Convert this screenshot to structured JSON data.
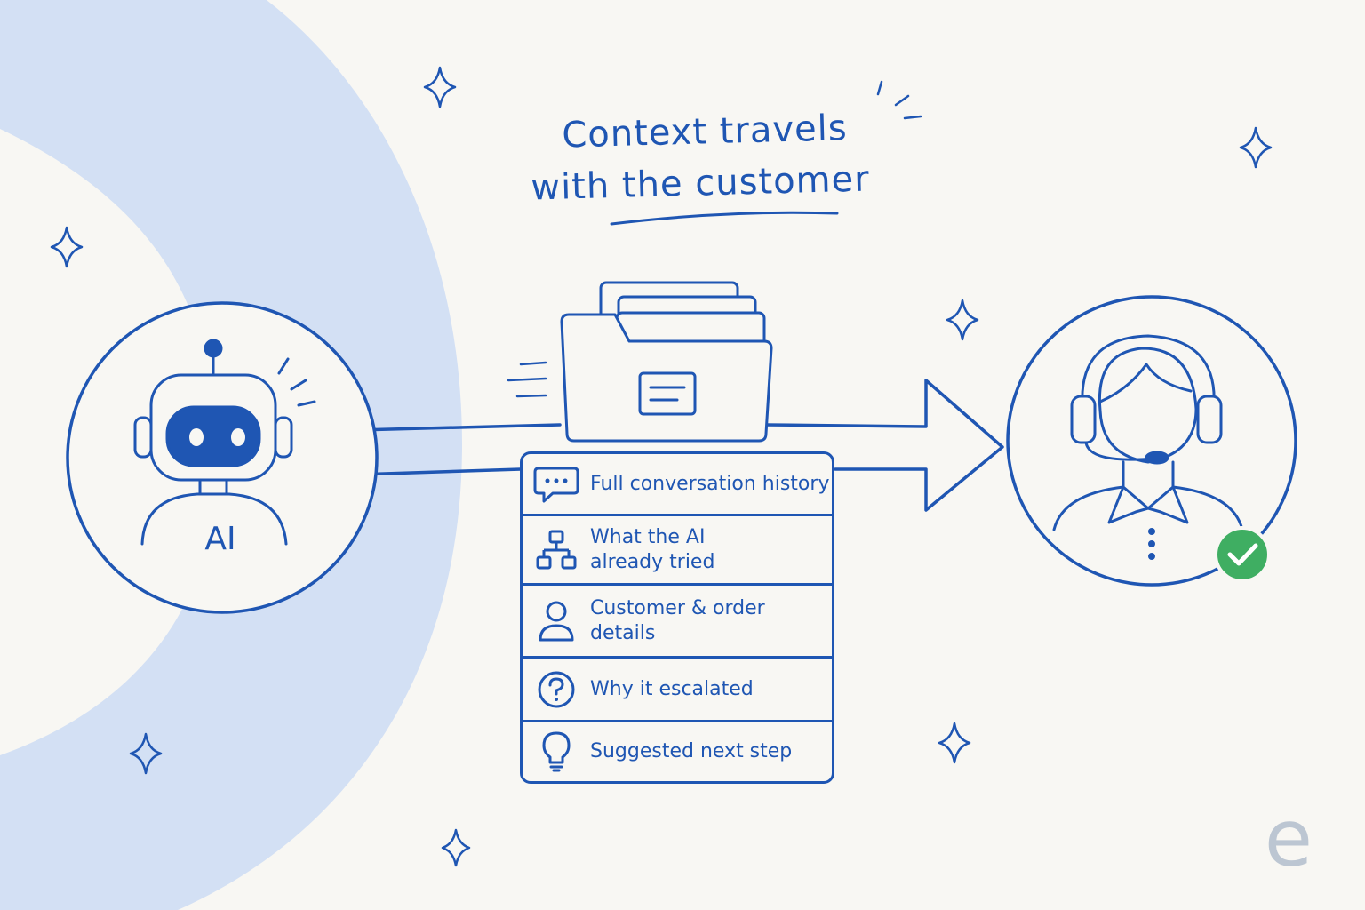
{
  "title": {
    "line1": "Context travels",
    "line2": "with the customer"
  },
  "ai_badge": {
    "label": "AI"
  },
  "checklist": [
    {
      "icon": "chat-bubble-icon",
      "label": "Full conversation history"
    },
    {
      "icon": "flowchart-icon",
      "label": "What the AI already tried"
    },
    {
      "icon": "person-icon",
      "label": "Customer & order details"
    },
    {
      "icon": "question-icon",
      "label": "Why it escalated"
    },
    {
      "icon": "lightbulb-icon",
      "label": "Suggested next step"
    }
  ],
  "watermark": "e",
  "colors": {
    "ink": "#1f56b3",
    "background": "#f8f7f3",
    "arc": "#d3e0f4",
    "robot_face": "#1f56b3",
    "check_badge": "#3fae62",
    "watermark": "#bcc6d2"
  }
}
